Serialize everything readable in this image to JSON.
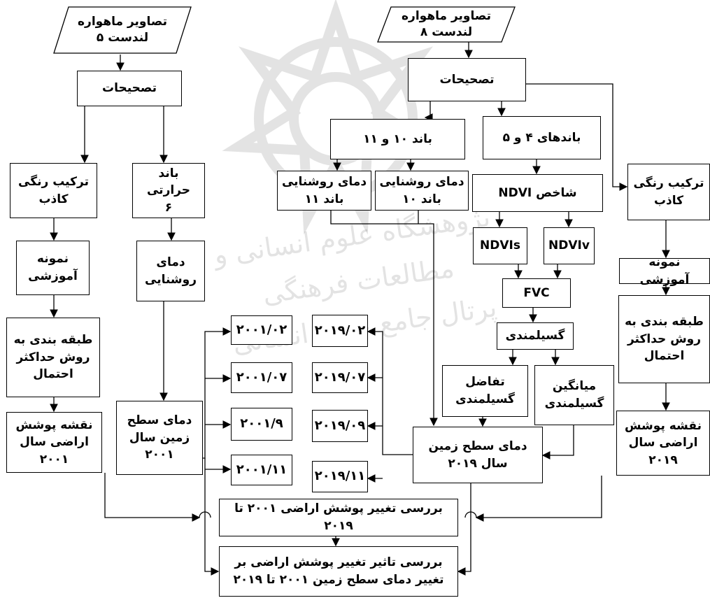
{
  "watermark": {
    "text": "پژوهشگاه علوم انسانی و مطالعات فرهنگی\nپرتال جامع علوم انسانی"
  },
  "inputs": {
    "landsat5": "تصاویر ماهواره\nلندست ۵",
    "landsat8": "تصاویر ماهواره\nلندست ۸"
  },
  "left": {
    "corrections": "تصحیحات",
    "false_color": "ترکیب رنگی\nکاذب",
    "thermal_band": "باند حرارتی\n۶",
    "training": "نمونه\nآموزشی",
    "brightness_temp": "دمای\nروشنایی",
    "classification": "طبقه بندی به\nروش حداکثر\nاحتمال",
    "landcover_map": "نقشه پوشش\nاراضی سال\n۲۰۰۱",
    "lst": "دمای سطح\nزمین سال\n۲۰۰۱"
  },
  "right": {
    "corrections": "تصحیحات",
    "bands_10_11": "باند ۱۰ و ۱۱",
    "bands_4_5": "باندهای ۴ و ۵",
    "bt_band11": "دمای روشنایی\nباند ۱۱",
    "bt_band10": "دمای روشنایی\nباند ۱۰",
    "ndvi": "شاخص  NDVI",
    "false_color": "ترکیب رنگی\nکاذب",
    "ndvis": "NDVIs",
    "ndviv": "NDVIv",
    "training": "نمونه آموزشی",
    "fvc": "FVC",
    "emissivity": "گسیلمندی",
    "classification": "طبقه بندی به\nروش حداکثر\nاحتمال",
    "emissivity_diff": "تفاضل\nگسیلمندی",
    "emissivity_mean": "میانگین\nگسیلمندی",
    "landcover_map": "نقشه پوشش\nاراضی سال\n۲۰۱۹",
    "lst": "دمای سطح زمین\nسال ۲۰۱۹"
  },
  "dates_2001": [
    "۲۰۰۱/۰۲",
    "۲۰۰۱/۰۷",
    "۲۰۰۱/۹",
    "۲۰۰۱/۱۱"
  ],
  "dates_2019": [
    "۲۰۱۹/۰۲",
    "۲۰۱۹/۰۷",
    "۲۰۱۹/۰۹",
    "۲۰۱۹/۱۱"
  ],
  "outputs": {
    "change_review": "بررسی تغییر پوشش  اراضی ۲۰۰۱ تا\n۲۰۱۹",
    "impact_review": "بررسی تاثیر تغییر پوشش اراضی بر\nتغییر دمای سطح زمین ۲۰۰۱ تا ۲۰۱۹"
  }
}
